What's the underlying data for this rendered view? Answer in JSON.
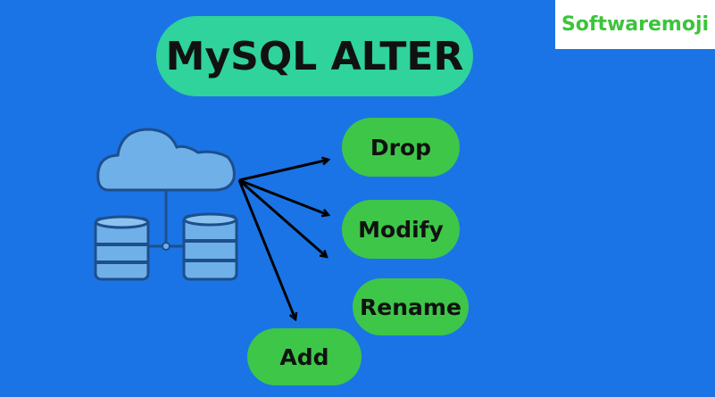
{
  "title": "MySQL ALTER",
  "logo": "Softwaremoji",
  "operations": [
    "Drop",
    "Modify",
    "Rename",
    "Add"
  ],
  "colors": {
    "background": "#1a74e6",
    "title_pill": "#2fd39b",
    "op_pill": "#3ec648"
  }
}
